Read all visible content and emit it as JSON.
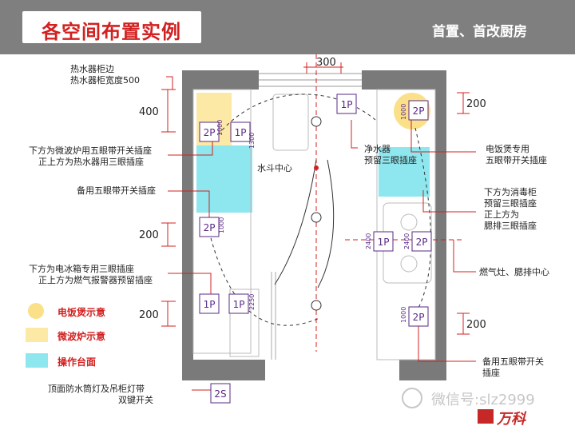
{
  "header": {
    "title": "各空间布置实例",
    "subtitle": "首置、首改厨房"
  },
  "dimensions": {
    "top": "300",
    "left_top": "400",
    "right_top": "200",
    "left_mid": "200",
    "left_low": "200",
    "right_low": "200"
  },
  "annotations": {
    "heater_line1": "热水器柜边",
    "heater_line2": "热水器柜宽度500",
    "microwave_line1": "下方为微波炉用五眼带开关插座",
    "microwave_line2": "正上方为热水器用三眼插座",
    "spare_left": "备用五眼带开关插座",
    "fridge_line1": "下方为电冰箱专用三眼插座",
    "fridge_line2": "正上方为燃气报警器预留插座",
    "ceiling_line1": "顶面防水筒灯及吊柜灯带",
    "ceiling_line2": "双键开关",
    "purifier_line1": "净水器",
    "purifier_line2": "预留三眼插座",
    "sink_center": "水斗中心",
    "cooker_line1": "电饭煲专用",
    "cooker_line2": "五眼带开关插座",
    "dis_line1": "下方为消毒柜",
    "dis_line2": "预留三眼插座",
    "dis_line3": "正上方为",
    "dis_line4": "腮排三眼插座",
    "gas_center": "燃气灶、腮排中心",
    "spare_right_line1": "备用五眼带开关",
    "spare_right_line2": "插座"
  },
  "sockets": {
    "s_top": "1P",
    "s_cooker": "2P",
    "s_micro": "2P",
    "s_micro2": "1P",
    "s_spare": "2P",
    "s_fridge": "1P",
    "s_fridge2": "1P",
    "s_gas1": "1P",
    "s_gas2": "2P",
    "s_right": "2P",
    "s_switch": "2S"
  },
  "heights": {
    "h1": "1000",
    "h2": "1000",
    "h3": "1300",
    "h4": "2250",
    "h5": "2400",
    "h6": "2400",
    "h7": "1000",
    "h8": "1000"
  },
  "legend": {
    "items": [
      {
        "label": "电饭煲示意",
        "color": "#fbe08a"
      },
      {
        "label": "微波炉示意",
        "color": "#fde9a6"
      },
      {
        "label": "操作台面",
        "color": "#8ee6ee"
      }
    ]
  },
  "watermark": {
    "text": "微信号:slz2999",
    "logo": "万科"
  }
}
